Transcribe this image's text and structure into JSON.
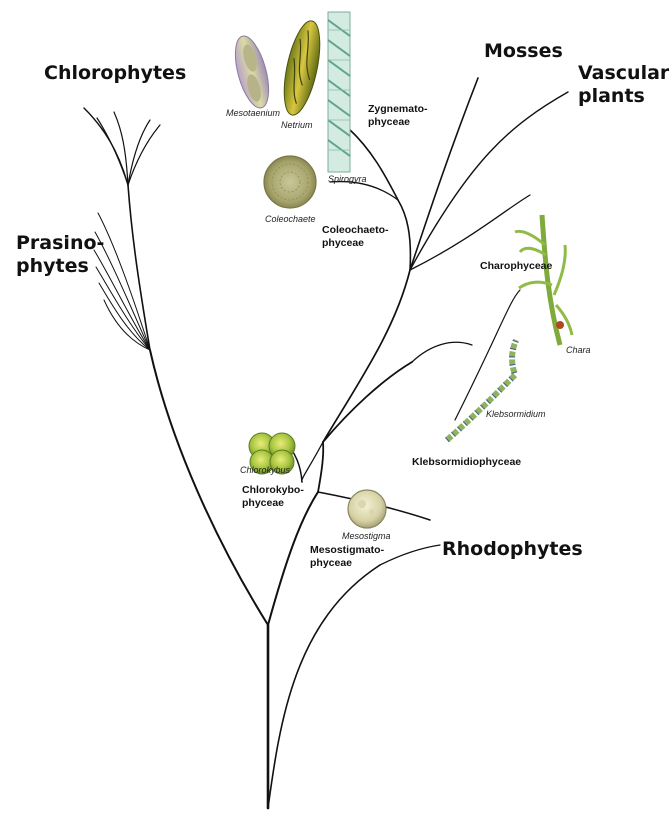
{
  "groups": {
    "chlorophytes": "Chlorophytes",
    "prasinophytes_line1": "Prasino-",
    "prasinophytes_line2": "phytes",
    "mosses": "Mosses",
    "vascular_line1": "Vascular",
    "vascular_line2": "plants",
    "rhodophytes": "Rhodophytes"
  },
  "classes": {
    "zygnemato_line1": "Zygnemato-",
    "zygnemato_line2": "phyceae",
    "coleochaeto_line1": "Coleochaeto-",
    "coleochaeto_line2": "phyceae",
    "charophyceae": "Charophyceae",
    "klebsormidiophyceae": "Klebsormidiophyceae",
    "chlorokybo_line1": "Chlorokybo-",
    "chlorokybo_line2": "phyceae",
    "mesostigmato_line1": "Mesostigmato-",
    "mesostigmato_line2": "phyceae"
  },
  "genera": {
    "mesotaenium": "Mesotaenium",
    "netrium": "Netrium",
    "spirogyra": "Spirogyra",
    "coleochaete": "Coleochaete",
    "chara": "Chara",
    "klebsormidium": "Klebsormidium",
    "chlorokybus": "Chlorokybus",
    "mesostigma": "Mesostigma"
  },
  "colors": {
    "branch": "#111111",
    "algae_green": "#8fb43a",
    "algae_yellow": "#c8c63a",
    "chara_stem": "#7faa3c",
    "spirogyra_band": "#b8dccf"
  }
}
